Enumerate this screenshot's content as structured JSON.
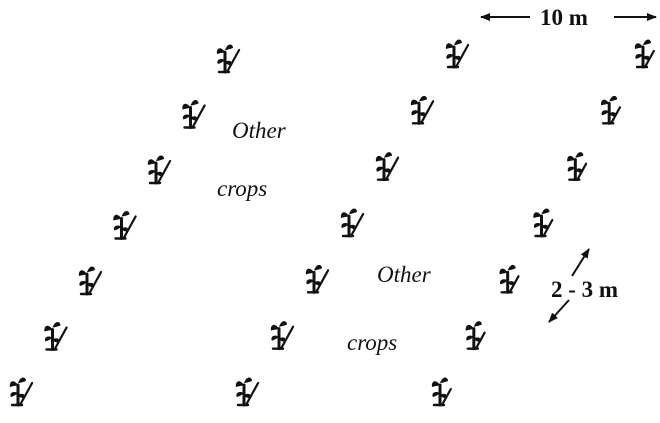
{
  "labels": {
    "other_1": "Other",
    "crops_1": "crops",
    "other_2": "Other",
    "crops_2": "crops",
    "row_spacing": "10 m",
    "plant_spacing": "2 - 3 m"
  },
  "rows": [
    {
      "name": "row-left",
      "plants": 7
    },
    {
      "name": "row-middle",
      "plants": 7
    },
    {
      "name": "row-right",
      "plants": 7
    }
  ],
  "colors": {
    "ink": "#111111",
    "background": "#ffffff"
  }
}
